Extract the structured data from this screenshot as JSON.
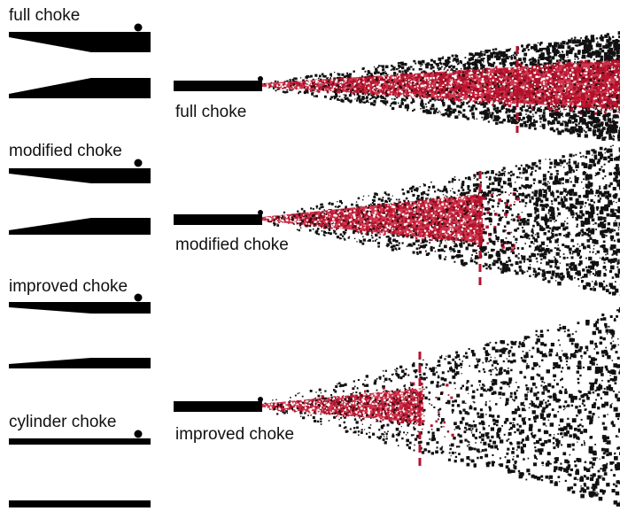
{
  "colors": {
    "background": "#ffffff",
    "barrel": "#000000",
    "pellet_dark": "#111111",
    "pellet_red": "#b5122e",
    "core_red": "#c8142f",
    "marker": "#b5122e"
  },
  "choke_profiles": [
    {
      "label": "full choke",
      "constriction": 1.0
    },
    {
      "label": "modified choke",
      "constriction": 0.75
    },
    {
      "label": "improved choke",
      "constriction": 0.4
    },
    {
      "label": "cylinder choke",
      "constriction": 0.0
    }
  ],
  "shot_patterns": [
    {
      "label": "full choke",
      "core_ratio": 0.95,
      "spread_ratio": 1.0
    },
    {
      "label": "modified choke",
      "core_ratio": 0.72,
      "spread_ratio": 1.0
    },
    {
      "label": "improved choke",
      "core_ratio": 0.48,
      "spread_ratio": 1.0
    }
  ]
}
